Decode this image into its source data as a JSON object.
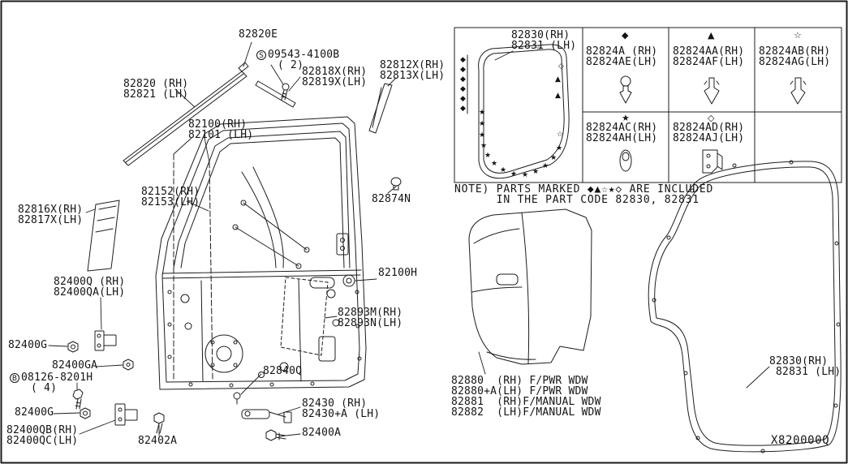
{
  "page": {
    "background": "#ffffff",
    "line_color": "#1c1c1c",
    "diagram_code": "X820000Q",
    "note": "NOTE) PARTS MARKED ◆▲☆★◇ ARE INCLUDED\n      IN THE PART CODE 82830, 82831"
  },
  "symbols": {
    "diamond": "◆",
    "triangle": "▲",
    "open_star": "☆",
    "star": "★",
    "open_diamond": "◇"
  },
  "door_assembly": {
    "callouts": [
      {
        "text": "82820E"
      },
      {
        "circle": "S",
        "text": "09543-4100B",
        "qty": "( 2)"
      },
      {
        "text": "82820 (RH)\n82821 (LH)"
      },
      {
        "text": "82818X(RH)\n82819X(LH)"
      },
      {
        "text": "82812X(RH)\n82813X(LH)"
      },
      {
        "text": "82100(RH)\n82101 (LH)"
      },
      {
        "text": "82152(RH)\n82153(LH)"
      },
      {
        "text": "82816X(RH)\n82817X(LH)"
      },
      {
        "text": "82874N"
      },
      {
        "text": "82100H"
      },
      {
        "text": "82400Q (RH)\n82400QA(LH)"
      },
      {
        "text": "82893M(RH)\n82893N(LH)"
      },
      {
        "text": "82400G"
      },
      {
        "text": "82400GA"
      },
      {
        "circle": "B",
        "text": "08126-8201H",
        "qty": "( 4)"
      },
      {
        "text": "82840Q"
      },
      {
        "text": "82400G"
      },
      {
        "text": "82400QB(RH)\n82400QC(LH)"
      },
      {
        "text": "82402A"
      },
      {
        "text": "82430 (RH)\n82430+A (LH)"
      },
      {
        "text": "82400A"
      }
    ]
  },
  "parts_table": {
    "assembly_label": "82830(RH)\n82831 (LH)",
    "cells": [
      {
        "symbol": "◆",
        "part": "82824A (RH)\n82824AE(LH)"
      },
      {
        "symbol": "▲",
        "part": "82824AA(RH)\n82824AF(LH)"
      },
      {
        "symbol": "☆",
        "part": "82824AB(RH)\n82824AG(LH)"
      },
      {
        "symbol": "★",
        "part": "82824AC(RH)\n82824AH(LH)"
      },
      {
        "symbol": "◇",
        "part": "82824AD(RH)\n82824AJ(LH)"
      }
    ]
  },
  "trim_panel": {
    "label": "82880  (RH) F/PWR WDW\n82880+A(LH) F/PWR WDW\n82881  (RH)F/MANUAL WDW\n82882  (LH)F/MANUAL WDW"
  },
  "rear_door_weatherstrip": {
    "label": "82830(RH)\n 82831 (LH)"
  }
}
